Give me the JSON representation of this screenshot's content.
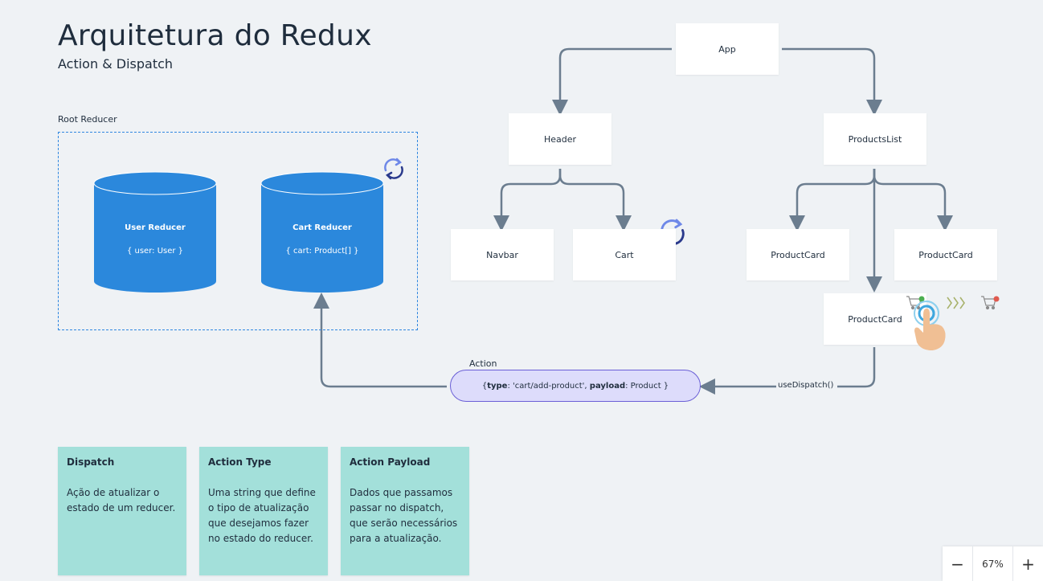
{
  "header": {
    "title": "Arquitetura do Redux",
    "subtitle": "Action & Dispatch"
  },
  "root_reducer": {
    "label": "Root Reducer",
    "reducers": [
      {
        "title": "User Reducer",
        "state": "{ user: User }"
      },
      {
        "title": "Cart Reducer",
        "state": "{ cart: Product[] }"
      }
    ]
  },
  "tree": {
    "app": "App",
    "header": "Header",
    "products_list": "ProductsList",
    "navbar": "Navbar",
    "cart": "Cart",
    "product_card_left": "ProductCard",
    "product_card_right": "ProductCard",
    "product_card_bottom": "ProductCard"
  },
  "action": {
    "label": "Action",
    "type_key": "type",
    "type_value": ": 'cart/add-product', ",
    "payload_key": "payload",
    "payload_value": ": Product }",
    "open": "{"
  },
  "dispatch_label": "useDispatch()",
  "notes": [
    {
      "title": "Dispatch",
      "body": "Ação de atualizar o estado de um reducer."
    },
    {
      "title": "Action Type",
      "body": "Uma string que define o tipo de atualização que desejamos fazer no estado do reducer."
    },
    {
      "title": "Action Payload",
      "body": "Dados que passamos passar no dispatch, que serão necessários para a atualização."
    }
  ],
  "zoom": {
    "minus": "−",
    "value": "67%",
    "plus": "+"
  },
  "colors": {
    "reducer_blue": "#2b88dc",
    "connector": "#6b7d8f",
    "note_bg": "#a3e0da",
    "action_bg": "#dddcfb",
    "action_border": "#6a5fd6"
  }
}
